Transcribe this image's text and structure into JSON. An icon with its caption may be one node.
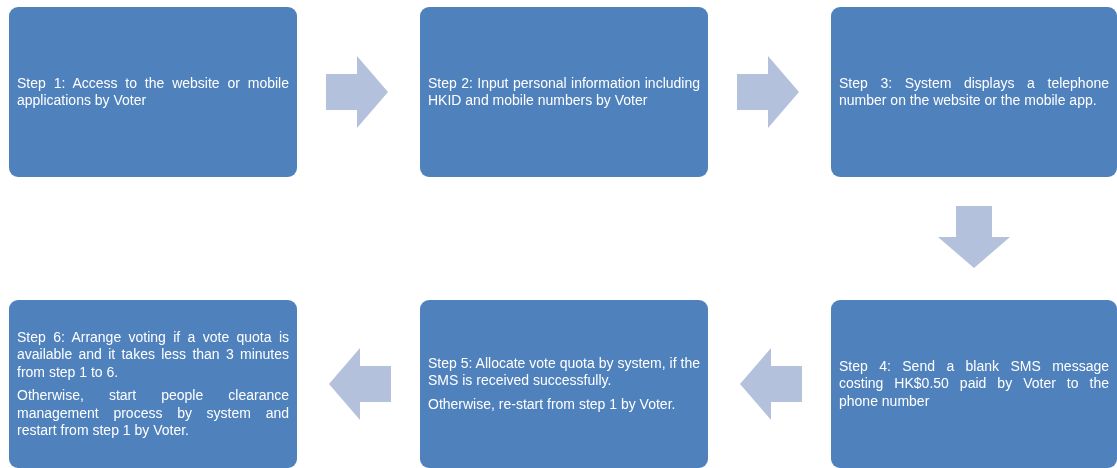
{
  "diagram": {
    "nodes": [
      {
        "text": [
          "Step 1: Access to the website or mobile applications by Voter"
        ]
      },
      {
        "text": [
          "Step 2: Input personal information including HKID and mobile numbers by Voter"
        ]
      },
      {
        "text": [
          "Step 3: System displays a telephone number on the website or the mobile app."
        ]
      },
      {
        "text": [
          "Step 4: Send a blank SMS message costing HK$0.50 paid by Voter to the phone number"
        ]
      },
      {
        "text": [
          "Step 5: Allocate vote quota by system, if the SMS is received successfully.",
          "Otherwise, re-start from step 1 by Voter."
        ]
      },
      {
        "text": [
          "Step 6: Arrange voting if a vote quota is available and it takes less than 3 minutes from step 1 to 6.",
          "Otherwise, start people clearance management process by system and restart from step 1 by Voter."
        ]
      }
    ],
    "edges": [
      {
        "from": 0,
        "to": 1,
        "arrow": "to"
      },
      {
        "from": 1,
        "to": 2,
        "arrow": "to"
      },
      {
        "from": 2,
        "to": 3,
        "arrow": "to"
      },
      {
        "from": 3,
        "to": 4,
        "arrow": "to"
      },
      {
        "from": 4,
        "to": 5,
        "arrow": "to"
      }
    ]
  }
}
